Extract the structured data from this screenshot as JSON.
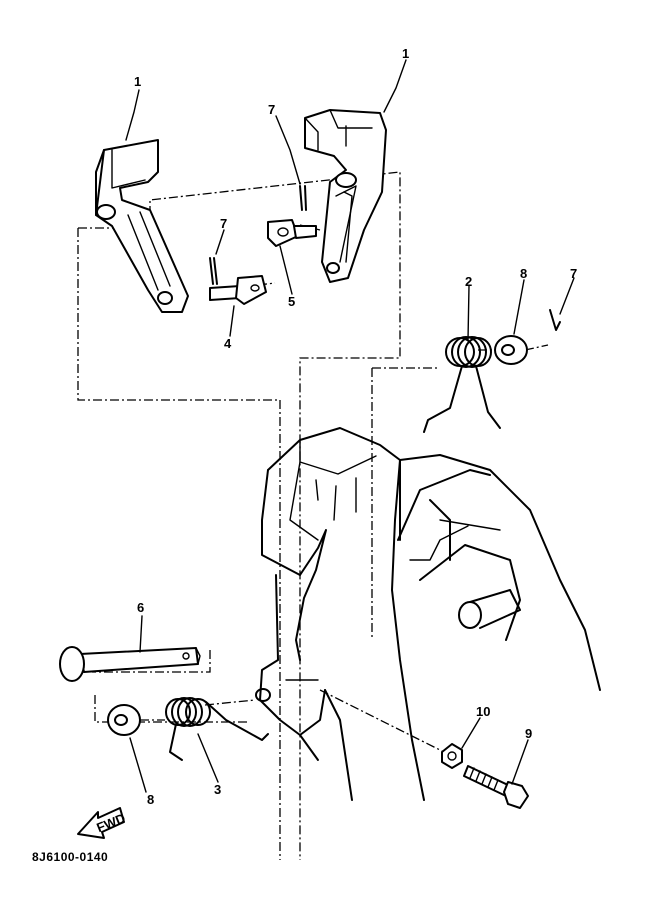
{
  "diagram": {
    "drawing_code": "8J6100-0140",
    "fwd_label": "FWD",
    "callouts": [
      {
        "id": "c1a",
        "text": "1"
      },
      {
        "id": "c1b",
        "text": "1"
      },
      {
        "id": "c7a",
        "text": "7"
      },
      {
        "id": "c7b",
        "text": "7"
      },
      {
        "id": "c7c",
        "text": "7"
      },
      {
        "id": "c4",
        "text": "4"
      },
      {
        "id": "c5",
        "text": "5"
      },
      {
        "id": "c2",
        "text": "2"
      },
      {
        "id": "c8a",
        "text": "8"
      },
      {
        "id": "c6",
        "text": "6"
      },
      {
        "id": "c3",
        "text": "3"
      },
      {
        "id": "c8b",
        "text": "8"
      },
      {
        "id": "c10",
        "text": "10"
      },
      {
        "id": "c9",
        "text": "9"
      }
    ]
  }
}
